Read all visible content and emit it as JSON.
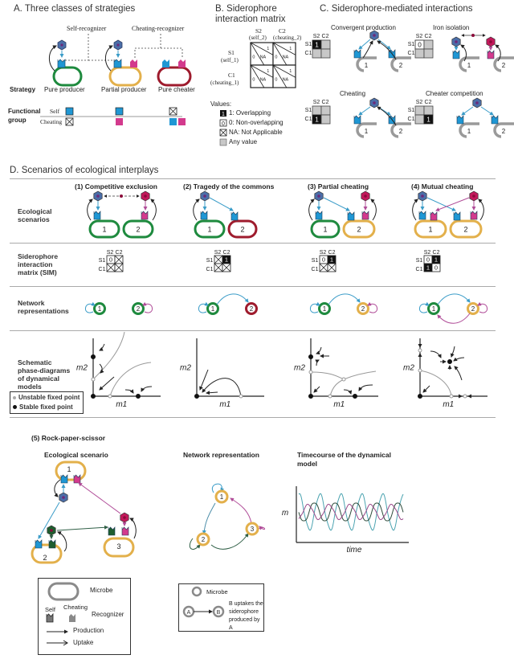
{
  "colors": {
    "green": "#1e8a3e",
    "orange": "#e3b04b",
    "red": "#9e1b2d",
    "blue": "#1f97d4",
    "magenta": "#d33a8d",
    "dark_green": "#1e5e2f",
    "siderophore_blue": "#4b6ea8",
    "siderophore_red": "#c2185b",
    "gray": "#bdbdbd"
  },
  "panel_a": {
    "title": "A. Three classes of strategies",
    "self_recognizer": "Self-recognizer",
    "cheating_recognizer": "Cheating-recognizer",
    "strategy_label": "Strategy",
    "strategies": [
      "Pure producer",
      "Partial producer",
      "Pure cheater"
    ],
    "functional_group_label_1": "Functional",
    "functional_group_label_2": "group",
    "self_label": "Self",
    "cheating_label": "Cheating"
  },
  "panel_b": {
    "title_1": "B. Siderophore",
    "title_2": "interaction matrix",
    "col_headers": [
      "S2",
      "C2"
    ],
    "col_subheaders": [
      "(self_2)",
      "(cheating_2)"
    ],
    "row_headers": [
      "S1",
      "C1"
    ],
    "row_subheaders": [
      "(self_1)",
      "(cheating_1)"
    ],
    "cell_one": "1",
    "cell_zero": "0",
    "cell_na": "NA",
    "values_label": "Values:",
    "legend": [
      "1: Overlapping",
      "0: Non-overlapping",
      "NA: Not Applicable",
      "Any value"
    ],
    "legend_glyphs": [
      "1",
      "0"
    ]
  },
  "panel_c": {
    "title": "C. Siderophore-mediated interactions",
    "subpanels": [
      {
        "title": "Convergent production",
        "matrix": [
          "1",
          "any",
          "any",
          "any"
        ]
      },
      {
        "title": "Iron isolation",
        "matrix": [
          "0",
          "any",
          "any",
          "any"
        ]
      },
      {
        "title": "Cheating",
        "matrix": [
          "any",
          "any",
          "1",
          "any"
        ]
      },
      {
        "title": "Cheater competition",
        "matrix": [
          "any",
          "any",
          "any",
          "1"
        ]
      }
    ],
    "col_headers": [
      "S2",
      "C2"
    ],
    "row_headers": [
      "S1",
      "C1"
    ],
    "node_labels": [
      "1",
      "2"
    ]
  },
  "panel_d": {
    "title": "D. Scenarios of ecological interplays",
    "row_labels": {
      "ecological": [
        "Ecological",
        "scenarios"
      ],
      "sim": [
        "Siderophore",
        "interaction",
        "matrix (SIM)"
      ],
      "network": [
        "Network",
        "representations"
      ],
      "phase": [
        "Schematic",
        "phase-diagrams",
        "of dynamical",
        "models"
      ]
    },
    "scenarios": [
      {
        "title": "(1) Competitive exclusion",
        "sim": [
          "0",
          "NA",
          "NA",
          "NA"
        ]
      },
      {
        "title": "(2) Tragedy of the commons",
        "sim": [
          "NA",
          "1",
          "NA",
          "NA"
        ]
      },
      {
        "title": "(3) Partial cheating",
        "sim": [
          "0",
          "1",
          "NA",
          "NA"
        ]
      },
      {
        "title": "(4) Mutual cheating",
        "sim": [
          "0",
          "1",
          "1",
          "0"
        ]
      }
    ],
    "sim_col_headers": [
      "S2",
      "C2"
    ],
    "sim_row_headers": [
      "S1",
      "C1"
    ],
    "node_labels": [
      "1",
      "2"
    ],
    "axis_x": "m1",
    "axis_y": "m2",
    "legend_unstable": "Unstable fixed point",
    "legend_stable": "Stable fixed point"
  },
  "panel_rps": {
    "title": "(5) Rock-paper-scissor",
    "ecological_title": "Ecological scenario",
    "network_title": "Network representation",
    "timecourse_title_1": "Timecourse of the dynamical",
    "timecourse_title_2": "model",
    "node_labels": [
      "1",
      "2",
      "3"
    ],
    "axis_y": "m",
    "axis_x": "time"
  },
  "legend_left": {
    "microbe": "Microbe",
    "self": "Self",
    "cheating": "Cheating",
    "recognizer": "Recognizer",
    "production": "Production",
    "uptake": "Uptake"
  },
  "legend_right": {
    "microbe": "Microbe",
    "node_a": "A",
    "node_b": "B",
    "desc_1": "B uptakes the",
    "desc_2": "siderophore",
    "desc_3": "produced by A"
  }
}
